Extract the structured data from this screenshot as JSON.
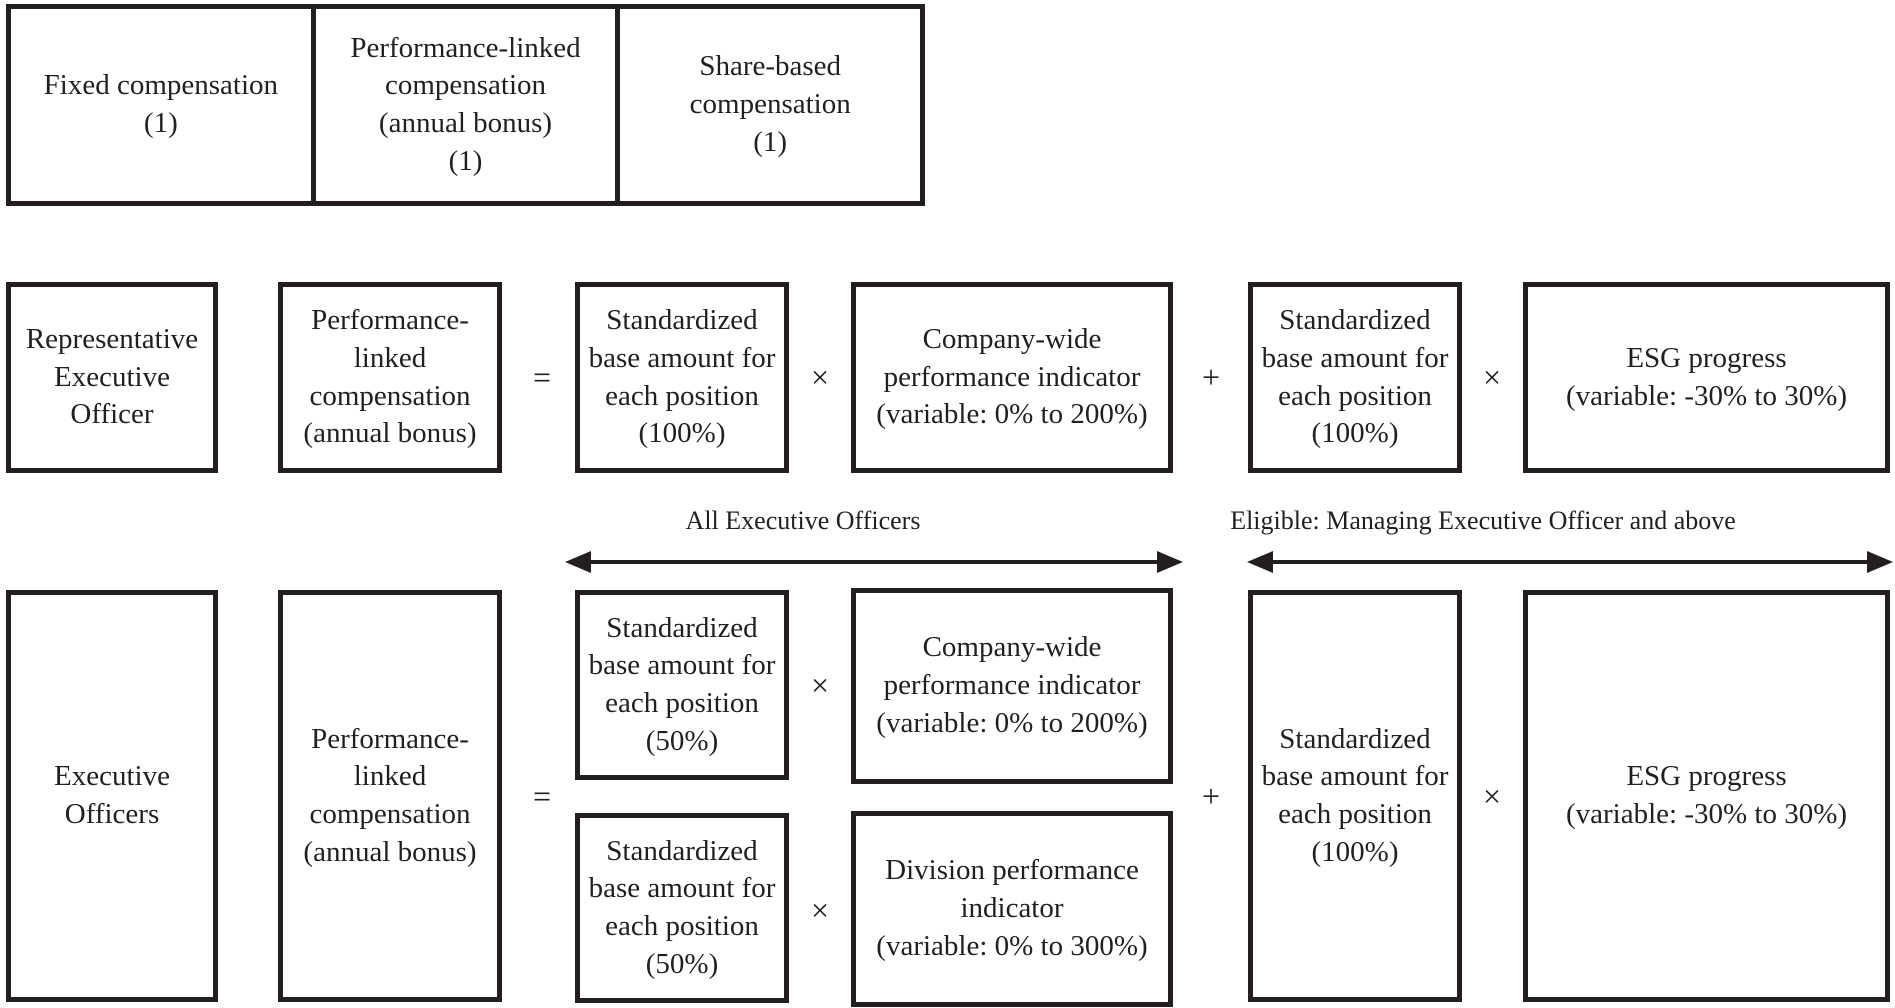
{
  "colors": {
    "ink": "#231f20",
    "background": "#ffffff"
  },
  "operators": {
    "equals": "=",
    "times": "×",
    "plus": "+"
  },
  "legend": {
    "fixed": "Fixed compensation\n(1)",
    "performance": "Performance-linked\ncompensation\n(annual bonus)\n(1)",
    "share": "Share-based\ncompensation\n(1)"
  },
  "scopes": {
    "all_officers": "All Executive Officers",
    "eligible": "Eligible: Managing Executive Officer and above"
  },
  "row_representative": {
    "officer": "Representative\nExecutive\nOfficer",
    "compensation": "Performance-\nlinked\ncompensation\n(annual bonus)",
    "base_company": "Standardized\nbase amount for\neach position\n(100%)",
    "company_indicator": "Company-wide\nperformance indicator\n(variable: 0% to 200%)",
    "base_esg": "Standardized\nbase amount for\neach position\n(100%)",
    "esg": "ESG progress\n(variable: -30% to 30%)"
  },
  "row_executive": {
    "officer": "Executive\nOfficers",
    "compensation": "Performance-\nlinked\ncompensation\n(annual bonus)",
    "base_company": "Standardized\nbase amount for\neach position\n(50%)",
    "company_indicator": "Company-wide\nperformance indicator\n(variable: 0% to 200%)",
    "base_division": "Standardized\nbase amount for\neach position\n(50%)",
    "division_indicator": "Division performance\nindicator\n(variable: 0% to 300%)",
    "base_esg": "Standardized\nbase amount for\neach position\n(100%)",
    "esg": "ESG progress\n(variable: -30% to 30%)"
  }
}
